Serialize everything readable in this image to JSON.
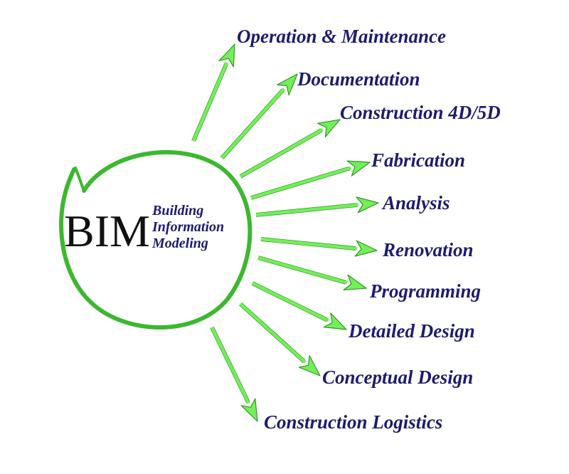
{
  "center": {
    "acronym": "BIM",
    "expansion": [
      "Building",
      "Information",
      "Modeling"
    ]
  },
  "items": [
    "Operation & Maintenance",
    "Documentation",
    "Construction 4D/5D",
    "Fabrication",
    "Analysis",
    "Renovation",
    "Programming",
    "Detailed Design",
    "Conceptual Design",
    "Construction Logistics"
  ],
  "colors": {
    "circle": "#3cb82f",
    "arrow": "#74ee5a",
    "arrow_outline": "#2f9a22",
    "label": "#1c1c6e",
    "title": "#111111"
  }
}
